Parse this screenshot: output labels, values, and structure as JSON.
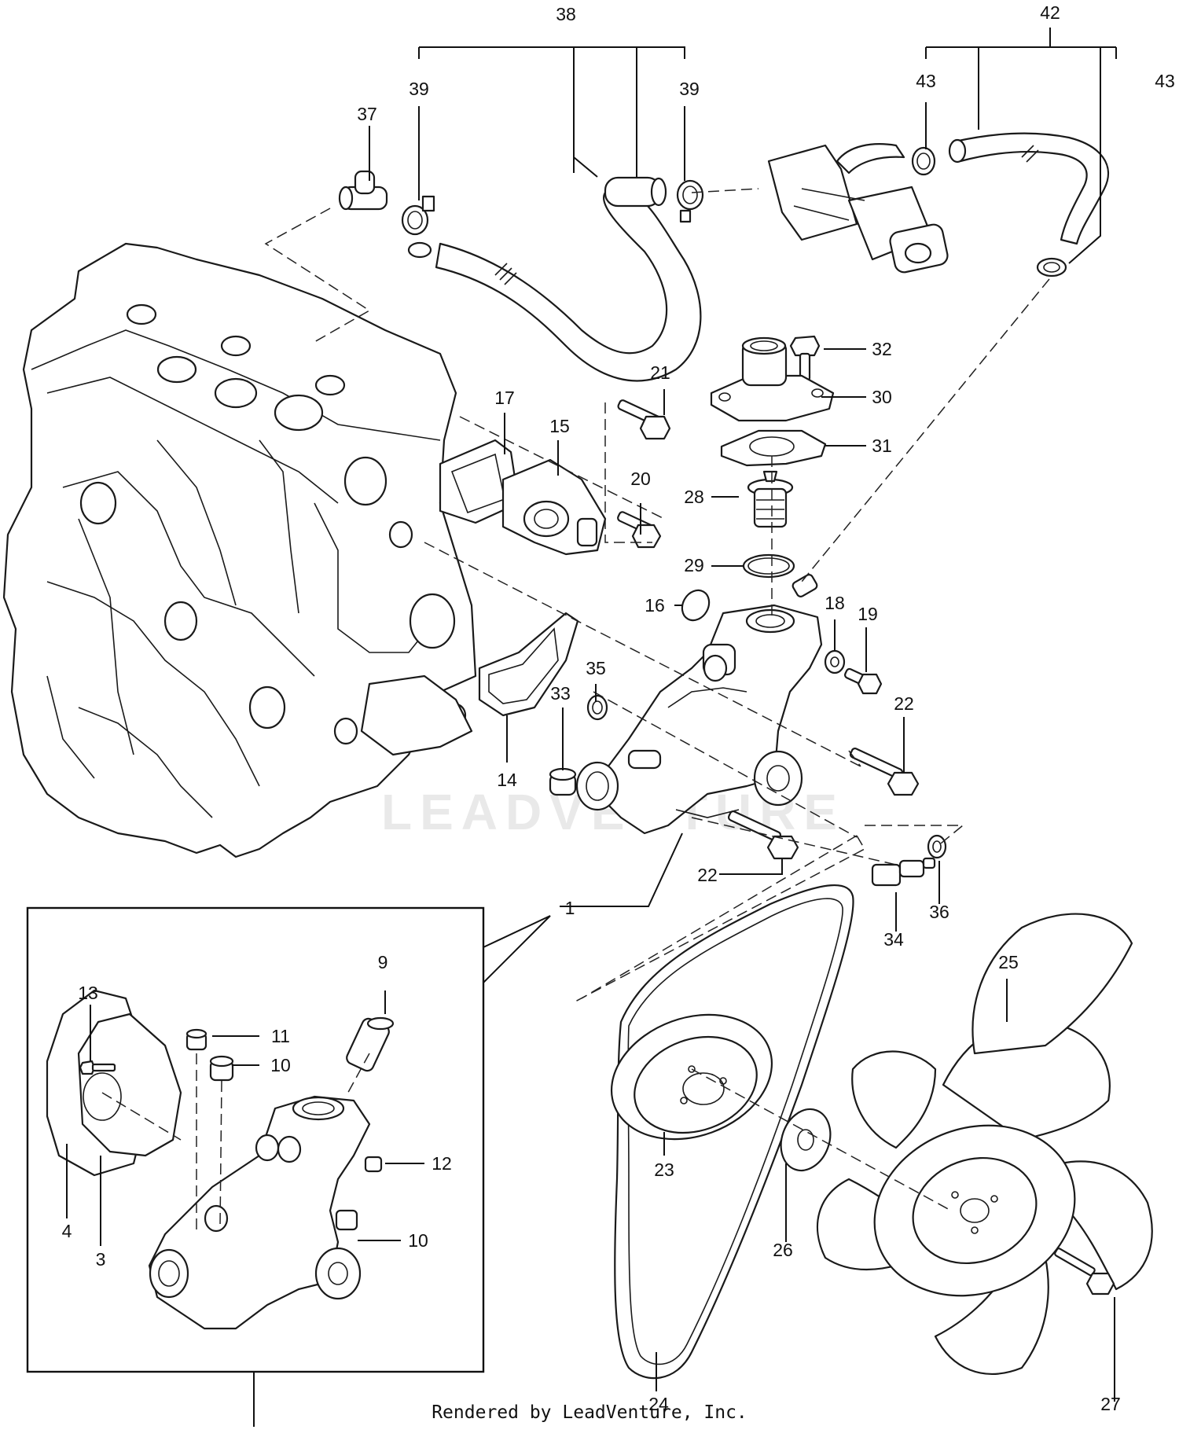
{
  "callouts": {
    "c1": "1",
    "c3": "3",
    "c4": "4",
    "c9": "9",
    "c10a": "10",
    "c10b": "10",
    "c11": "11",
    "c12": "12",
    "c13": "13",
    "c14": "14",
    "c15": "15",
    "c16": "16",
    "c17": "17",
    "c18": "18",
    "c19": "19",
    "c20": "20",
    "c21": "21",
    "c22a": "22",
    "c22b": "22",
    "c23": "23",
    "c24": "24",
    "c25": "25",
    "c26": "26",
    "c27": "27",
    "c28": "28",
    "c29": "29",
    "c30": "30",
    "c31": "31",
    "c32": "32",
    "c33": "33",
    "c34": "34",
    "c35": "35",
    "c36": "36",
    "c37": "37",
    "c38": "38",
    "c39a": "39",
    "c39b": "39",
    "c42": "42",
    "c43a": "43",
    "c43b": "43"
  },
  "watermark": "LEADVENTURE",
  "footer": "Rendered by LeadVenture, Inc."
}
